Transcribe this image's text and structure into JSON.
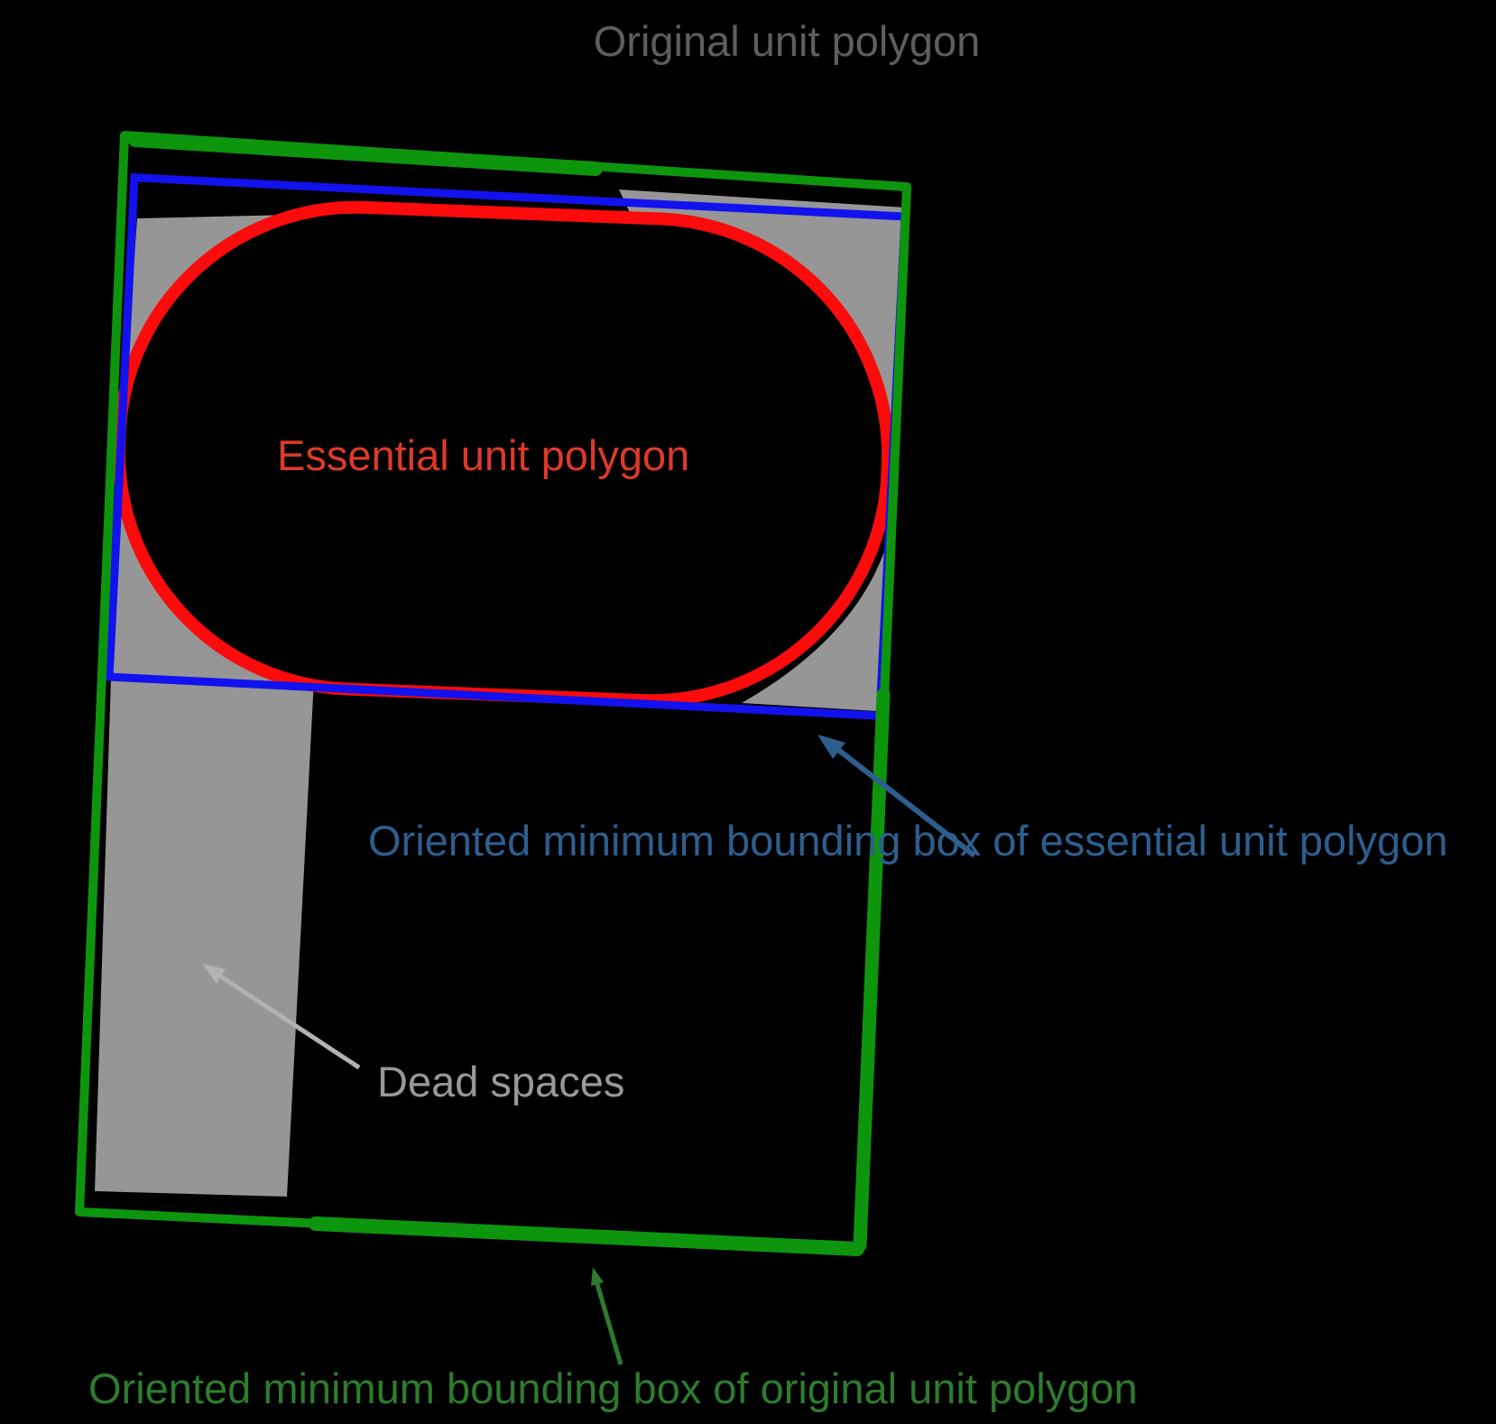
{
  "figure": {
    "title": "Original unit polygon",
    "essential_label": "Essential unit polygon",
    "essential_bbox_label": "Oriented minimum bounding box of essential unit polygon",
    "dead_spaces_label": "Dead spaces",
    "original_bbox_label": "Oriented minimum bounding box of original unit polygon"
  },
  "colors": {
    "background": "#000000",
    "title_text": "#5e5e5e",
    "dead_space_fill": "#969696",
    "dead_space_text": "#989898",
    "dead_space_arrow": "#b2b2b2",
    "essential_outline": "#fb0b0b",
    "essential_text": "#dd3a2a",
    "essential_bbox_outline": "#1212ee",
    "essential_bbox_text": "#2d5e8e",
    "original_bbox_outline": "#0e950e",
    "original_bbox_text": "#2e7b2e"
  }
}
